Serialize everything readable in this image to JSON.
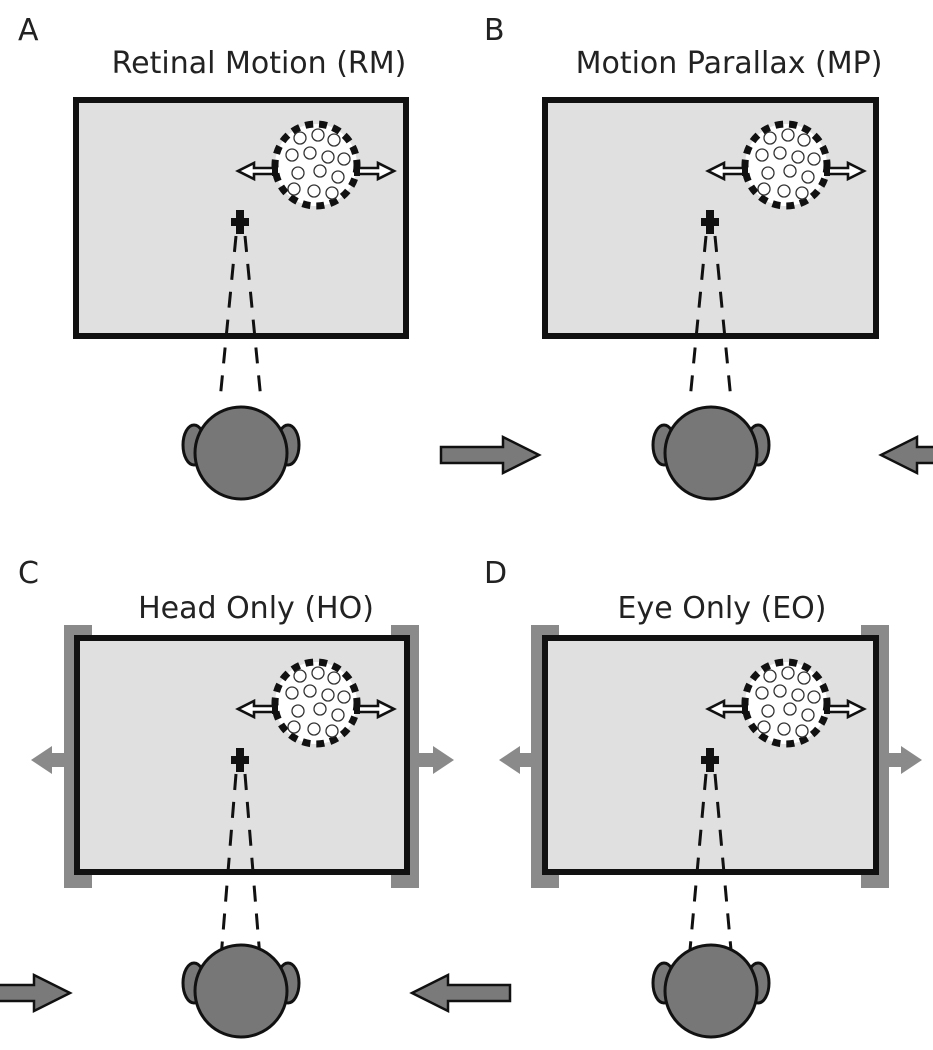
{
  "figure": {
    "colors": {
      "screen_fill": "#e0e0e0",
      "outline": "#111111",
      "head_fill": "#777777",
      "motion_arrow_fill": "#7a7a7a",
      "rail_fill": "#8a8a8a",
      "dot_fill": "#ffffff"
    },
    "panels": [
      {
        "letter": "A",
        "title": "Retinal Motion (RM)",
        "head_moves": false,
        "screen_moves": false,
        "icons": [
          "fixation-cross-icon",
          "dot-patch-icon",
          "head-icon"
        ]
      },
      {
        "letter": "B",
        "title": "Motion Parallax (MP)",
        "head_moves": true,
        "screen_moves": false,
        "icons": [
          "fixation-cross-icon",
          "dot-patch-icon",
          "head-icon",
          "head-translation-arrow-icon"
        ]
      },
      {
        "letter": "C",
        "title": "Head Only (HO)",
        "head_moves": true,
        "screen_moves": true,
        "icons": [
          "fixation-cross-icon",
          "dot-patch-icon",
          "head-icon",
          "head-translation-arrow-icon",
          "screen-translation-arrow-icon"
        ]
      },
      {
        "letter": "D",
        "title": "Eye Only (EO)",
        "head_moves": false,
        "screen_moves": true,
        "icons": [
          "fixation-cross-icon",
          "dot-patch-icon",
          "head-icon",
          "screen-translation-arrow-icon"
        ]
      }
    ]
  }
}
